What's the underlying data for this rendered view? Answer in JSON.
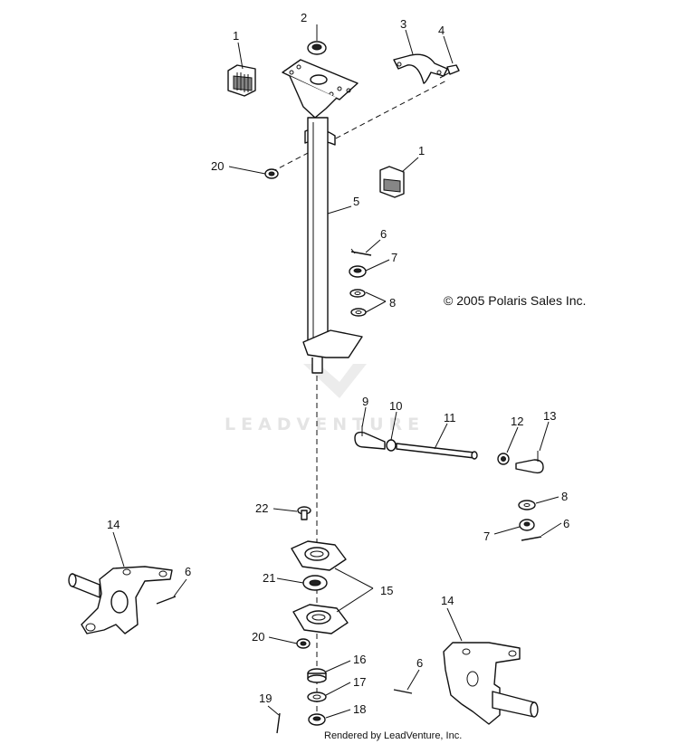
{
  "diagram": {
    "copyright": "© 2005 Polaris Sales Inc.",
    "watermark": "LEADVENTURE",
    "rendered_by": "Rendered by LeadVenture, Inc.",
    "callouts": [
      {
        "id": "c1a",
        "label": "1"
      },
      {
        "id": "c2",
        "label": "2"
      },
      {
        "id": "c3",
        "label": "3"
      },
      {
        "id": "c4",
        "label": "4"
      },
      {
        "id": "c20a",
        "label": "20"
      },
      {
        "id": "c1b",
        "label": "1"
      },
      {
        "id": "c5",
        "label": "5"
      },
      {
        "id": "c6a",
        "label": "6"
      },
      {
        "id": "c7a",
        "label": "7"
      },
      {
        "id": "c8a",
        "label": "8"
      },
      {
        "id": "c9",
        "label": "9"
      },
      {
        "id": "c10",
        "label": "10"
      },
      {
        "id": "c11",
        "label": "11"
      },
      {
        "id": "c12",
        "label": "12"
      },
      {
        "id": "c13",
        "label": "13"
      },
      {
        "id": "c22",
        "label": "22"
      },
      {
        "id": "c8b",
        "label": "8"
      },
      {
        "id": "c7b",
        "label": "7"
      },
      {
        "id": "c6b",
        "label": "6"
      },
      {
        "id": "c14a",
        "label": "14"
      },
      {
        "id": "c6c",
        "label": "6"
      },
      {
        "id": "c21",
        "label": "21"
      },
      {
        "id": "c15",
        "label": "15"
      },
      {
        "id": "c14b",
        "label": "14"
      },
      {
        "id": "c20b",
        "label": "20"
      },
      {
        "id": "c16",
        "label": "16"
      },
      {
        "id": "c6d",
        "label": "6"
      },
      {
        "id": "c17",
        "label": "17"
      },
      {
        "id": "c19",
        "label": "19"
      },
      {
        "id": "c18",
        "label": "18"
      }
    ]
  }
}
